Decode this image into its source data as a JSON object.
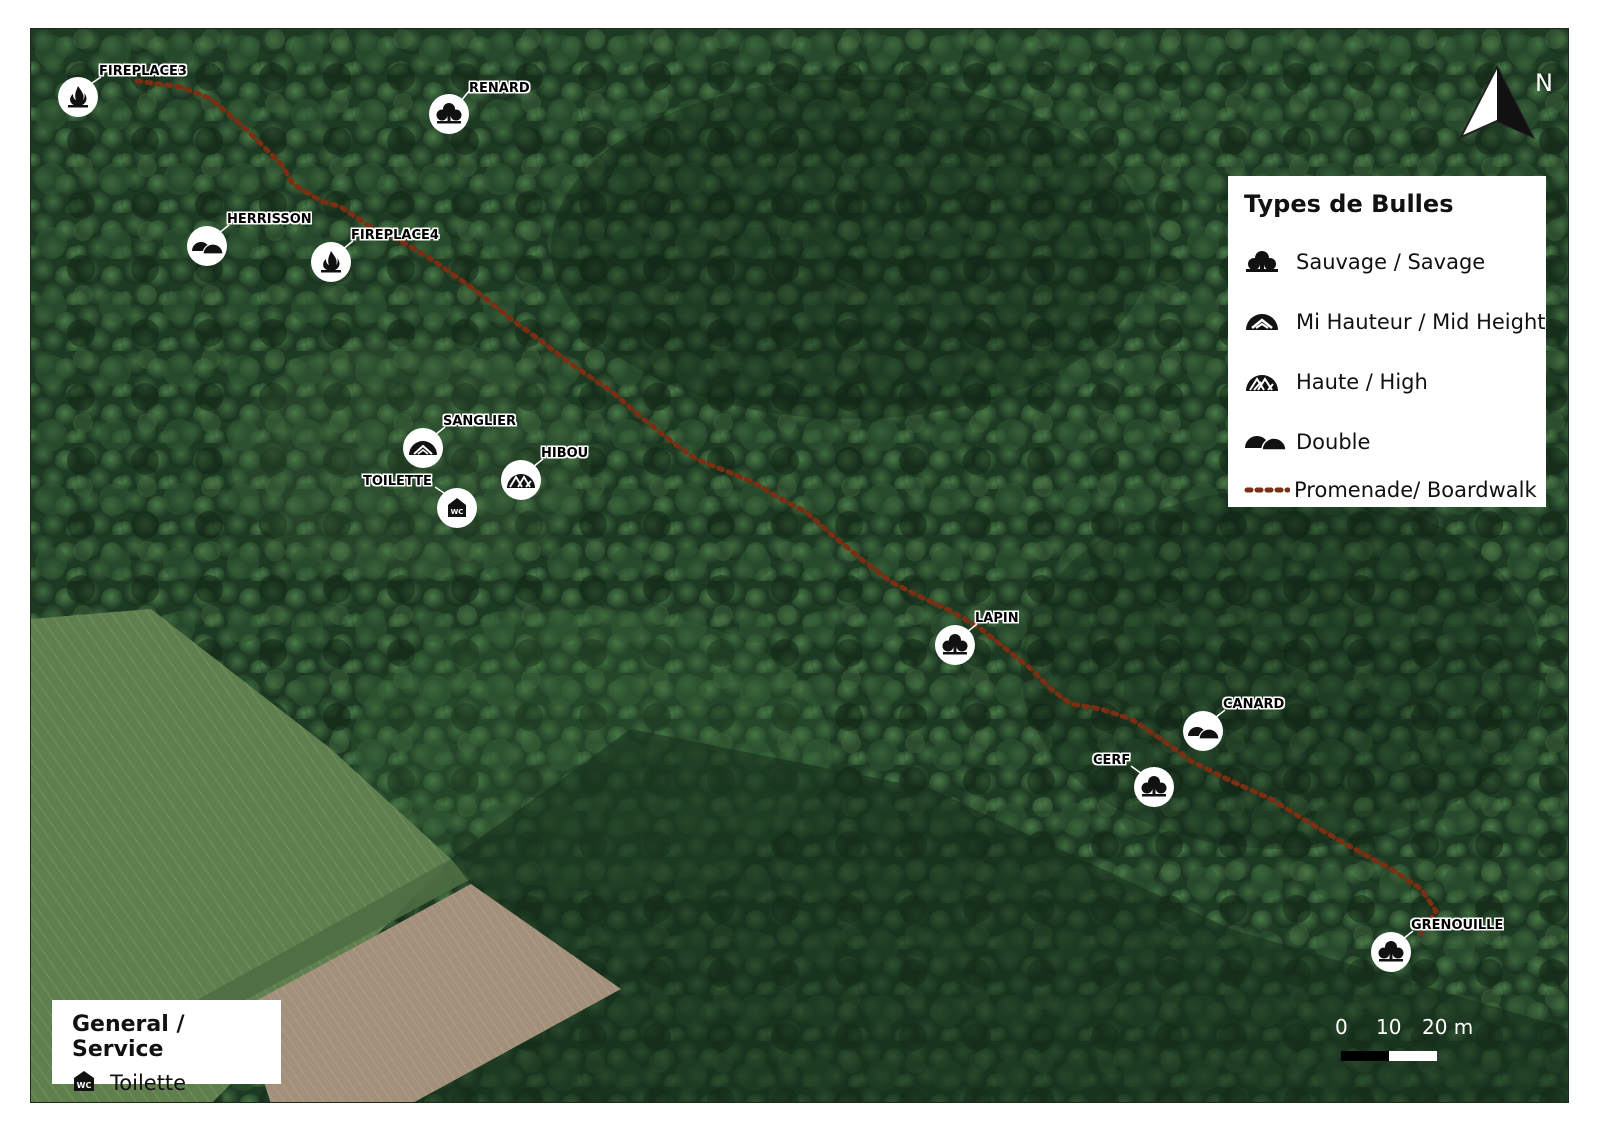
{
  "map": {
    "north_label": "N",
    "colors": {
      "forest": "#1c3a22",
      "field": "#5b7a4c",
      "bare_field": "#a08d70",
      "path": "#7a2e12",
      "marker_bg": "#ffffff",
      "marker_icon": "#111111"
    },
    "markers": [
      {
        "id": "fireplace3",
        "label": "FIREPLACE3",
        "icon": "fire-icon"
      },
      {
        "id": "renard",
        "label": "RENARD",
        "icon": "tree-icon"
      },
      {
        "id": "herrisson",
        "label": "HERRISSON",
        "icon": "double-icon"
      },
      {
        "id": "fireplace4",
        "label": "FIREPLACE4",
        "icon": "fire-icon"
      },
      {
        "id": "sanglier",
        "label": "SANGLIER",
        "icon": "mid-height-icon"
      },
      {
        "id": "hibou",
        "label": "HIBOU",
        "icon": "high-icon"
      },
      {
        "id": "toilette",
        "label": "TOILETTE",
        "icon": "wc-icon"
      },
      {
        "id": "lapin",
        "label": "LAPIN",
        "icon": "tree-icon"
      },
      {
        "id": "canard",
        "label": "CANARD",
        "icon": "double-icon"
      },
      {
        "id": "cerf",
        "label": "CERF",
        "icon": "tree-icon"
      },
      {
        "id": "grenouille",
        "label": "GRENOUILLE",
        "icon": "tree-icon"
      }
    ]
  },
  "legend": {
    "title": "Types de Bulles",
    "items": [
      {
        "label": "Sauvage / Savage",
        "icon": "tree-icon"
      },
      {
        "label": "Mi Hauteur / Mid Height",
        "icon": "mid-height-icon"
      },
      {
        "label": "Haute / High",
        "icon": "high-icon"
      },
      {
        "label": "Double",
        "icon": "double-icon"
      },
      {
        "label": "Promenade/ Boardwalk",
        "icon": "boardwalk-dotted-line"
      }
    ]
  },
  "service_legend": {
    "title": "General / Service",
    "items": [
      {
        "label": "Toilette",
        "icon": "wc-icon"
      }
    ]
  },
  "scale_bar": {
    "ticks": [
      "0",
      "10",
      "20 m"
    ]
  }
}
